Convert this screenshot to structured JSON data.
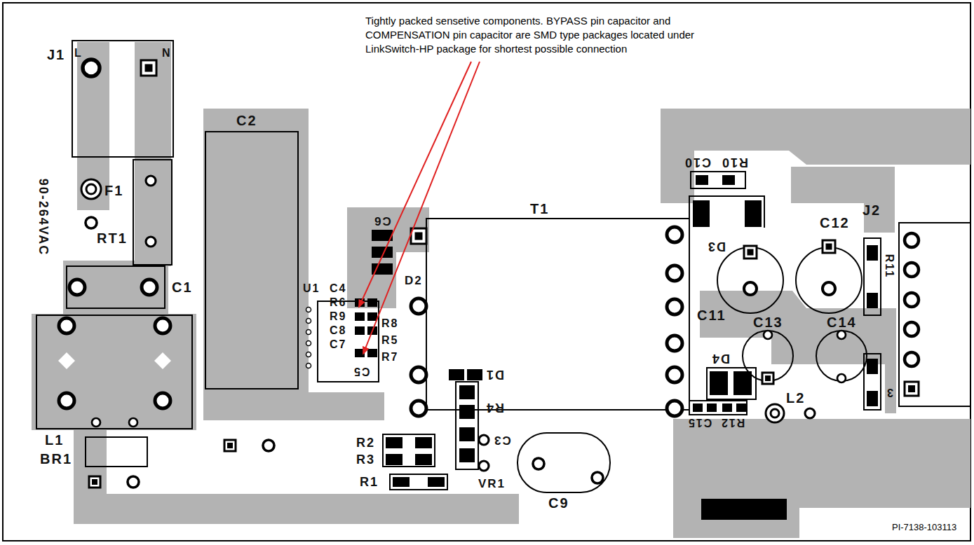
{
  "diagram": {
    "labels": [
      "Tightly packed sensetive components. BYPASS pin capacitor and COMPENSATION pin capacitor are SMD type packages located under LinkSwitch-HP package for shortest possible connection",
      "J1",
      "L",
      "N",
      "90-264VAC",
      "F1",
      "RT1",
      "C1",
      "C2",
      "L1",
      "BR1",
      "C6",
      "T1",
      "U1",
      "C4",
      "R6",
      "R9",
      "C8",
      "C7",
      "D2",
      "R8",
      "R5",
      "R7",
      "C5",
      "D1",
      "R4",
      "R2",
      "R3",
      "R1",
      "C3",
      "VR1",
      "C9",
      "C10",
      "R10",
      "D3",
      "C12",
      "C11",
      "C13",
      "C14",
      "D4",
      "C15",
      "R12",
      "L2",
      "J2",
      "R11",
      "3",
      "PI-7138-103113"
    ]
  }
}
